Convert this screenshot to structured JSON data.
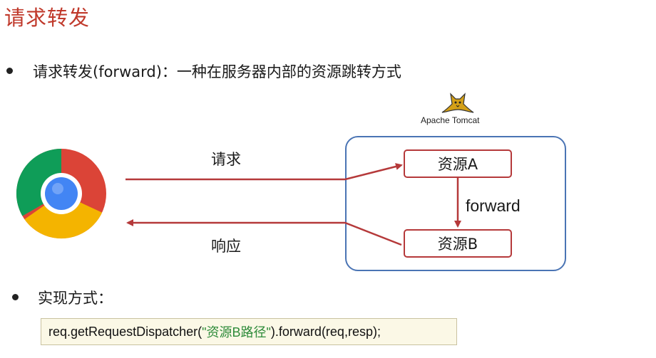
{
  "title": "请求转发",
  "bullets": {
    "intro": "请求转发(forward)：一种在服务器内部的资源跳转方式",
    "implementation": "实现方式："
  },
  "diagram": {
    "browser_icon": "chrome-browser-icon",
    "server_logo": "tomcat-cat-icon",
    "server_name": "Apache Tomcat",
    "request_label": "请求",
    "response_label": "响应",
    "resource_a": "资源A",
    "resource_b": "资源B",
    "forward_label": "forward",
    "colors": {
      "arrows": "#b5393a",
      "server_border": "#4a74b4",
      "title": "#c0392b"
    }
  },
  "code": {
    "prefix": "req.getRequestDispatcher(",
    "string": "\"资源B路径\"",
    "suffix": ").forward(req,resp);"
  }
}
